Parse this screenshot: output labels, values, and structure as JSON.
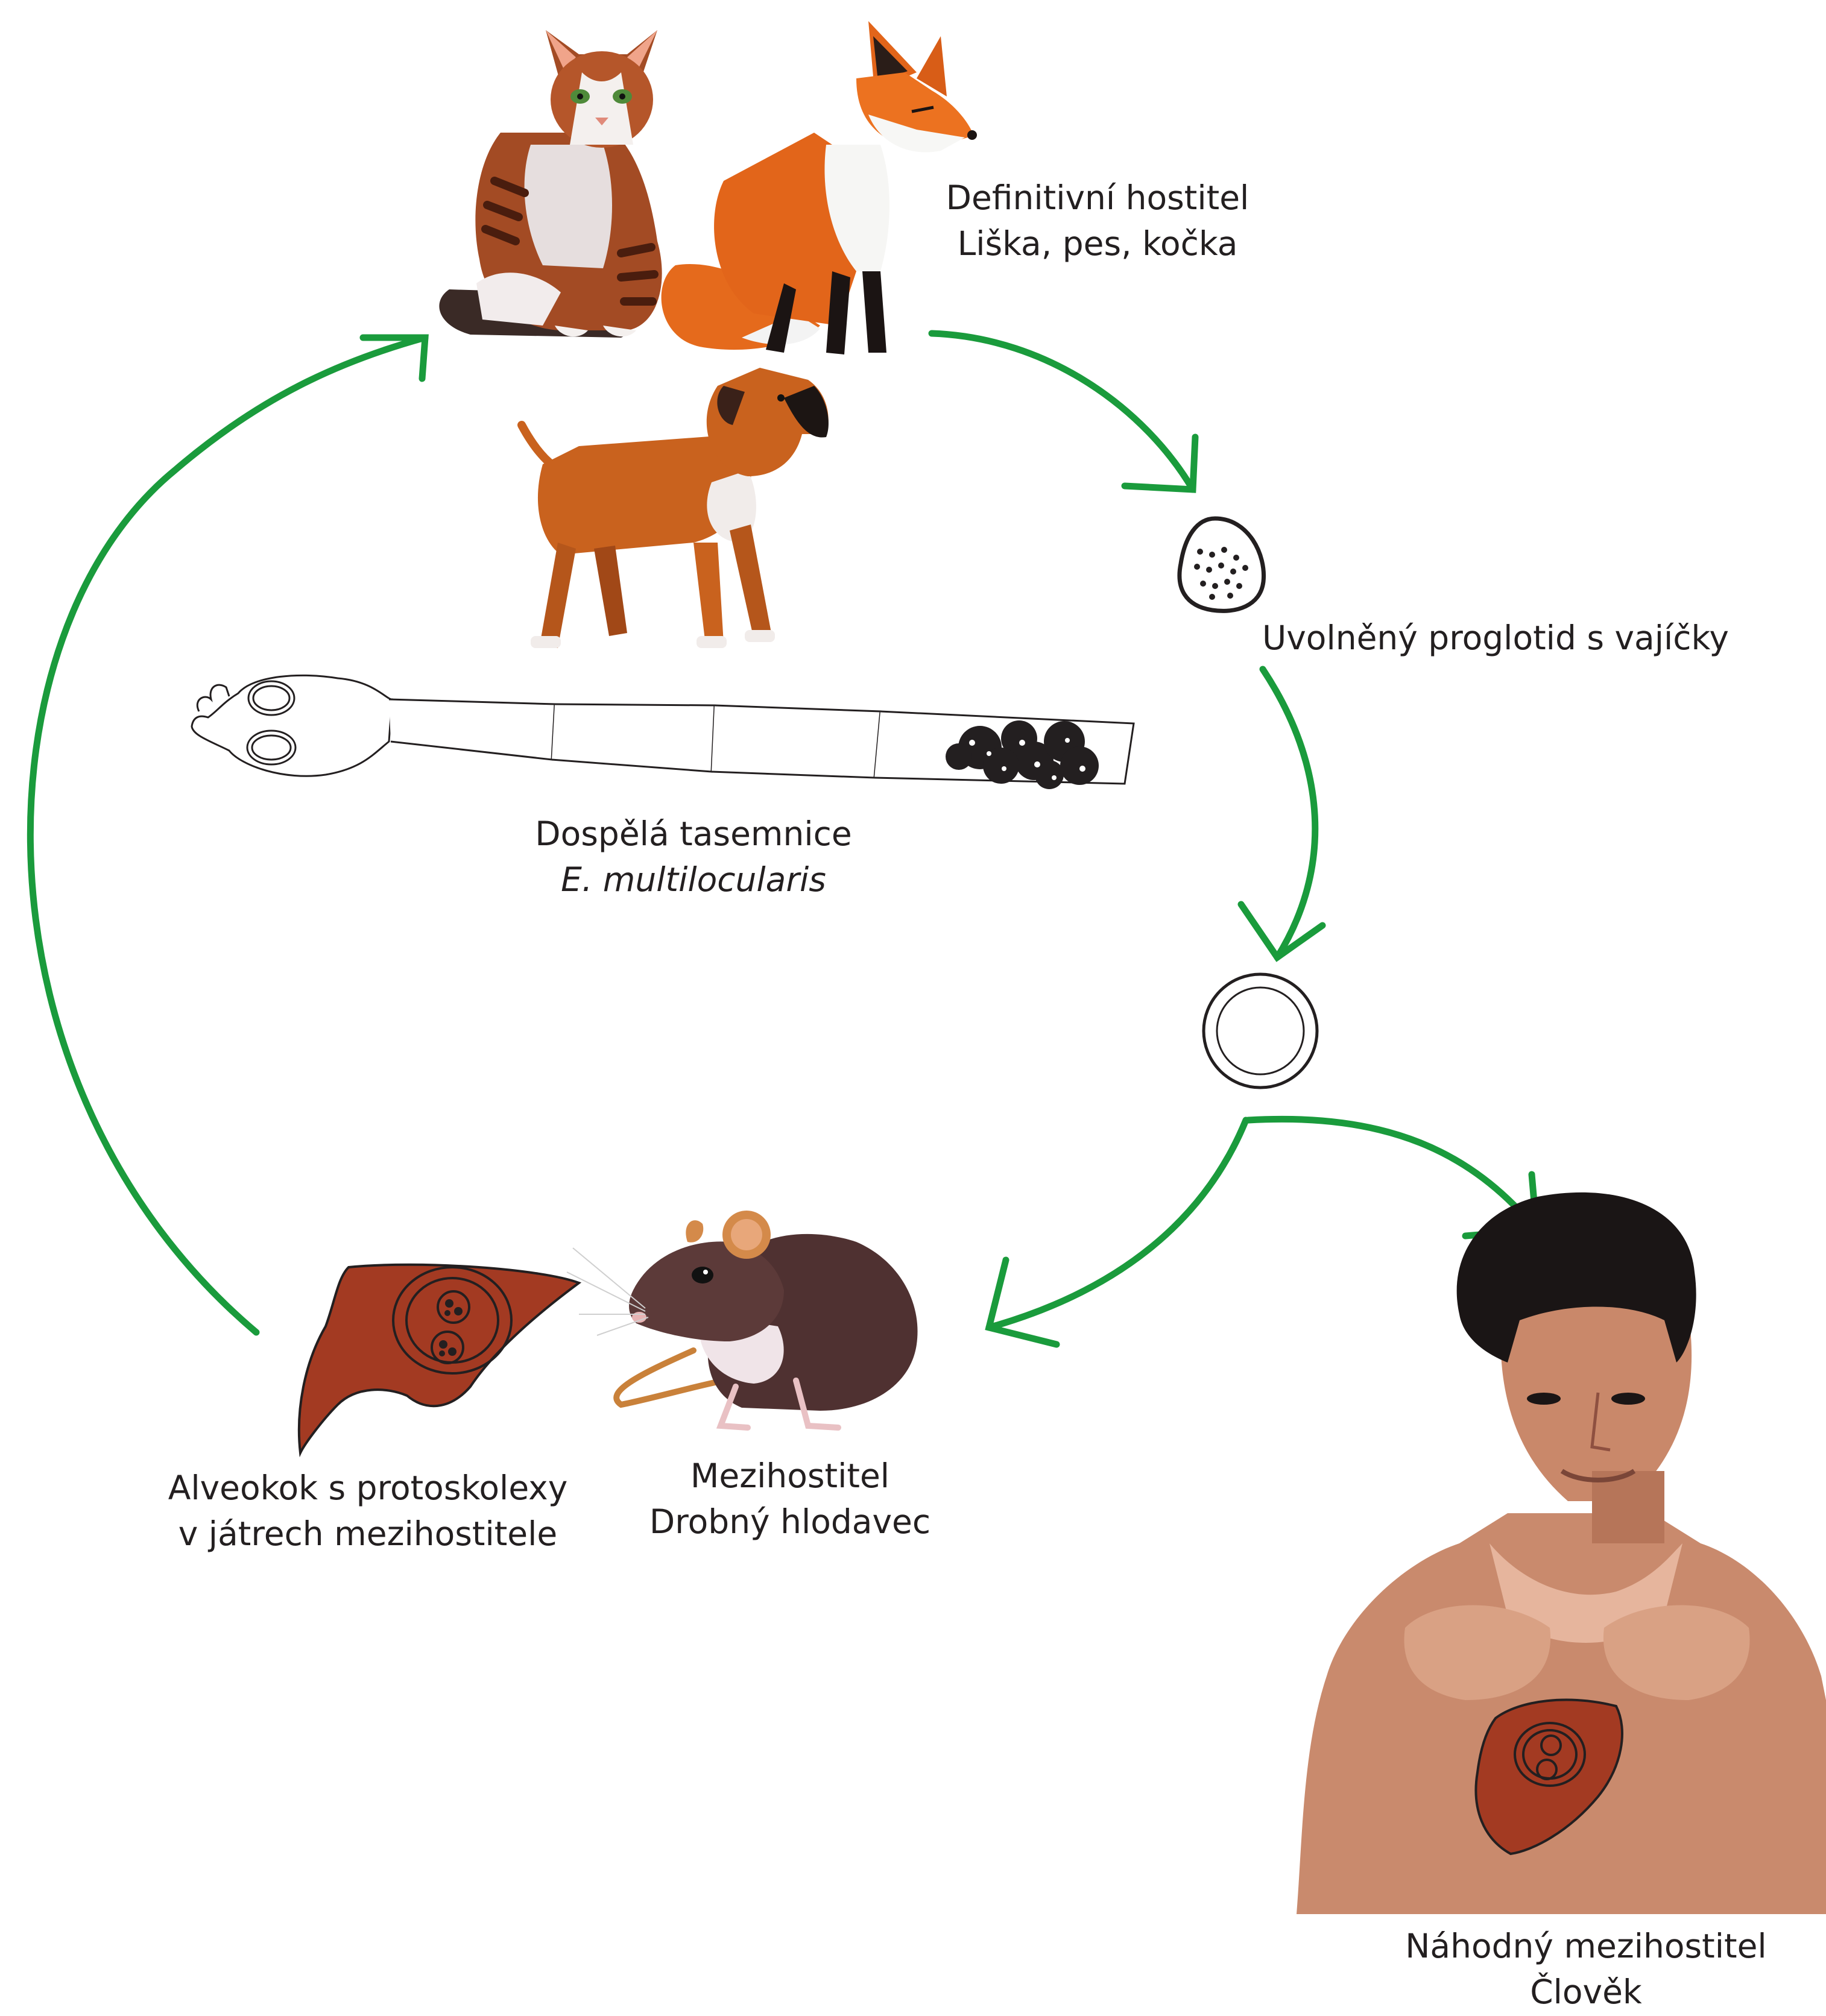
{
  "labels": {
    "definitive": {
      "line1": "Definitivní hostitel",
      "line2": "Liška, pes, kočka"
    },
    "proglottid": {
      "line1": "Uvolněný proglotid s vajíčky"
    },
    "adult": {
      "line1": "Dospělá tasemnice",
      "line2": "E. multilocularis"
    },
    "alveococcus": {
      "line1": "Alveokok s protoskolexy",
      "line2": "v játrech mezihostitele"
    },
    "intermediate": {
      "line1": "Mezihostitel",
      "line2": "Drobný hlodavec"
    },
    "accidental": {
      "line1": "Náhodný mezihostitel",
      "line2": "Člověk"
    }
  },
  "icons": [
    "cat-illustration",
    "fox-illustration",
    "dog-illustration",
    "tapeworm-illustration",
    "proglottid-egg-icon",
    "oncosphere-egg-icon",
    "liver-cyst-illustration",
    "rat-illustration",
    "human-illustration"
  ],
  "colors": {
    "arrow": "#1a9b3c",
    "liver": "#a33a22",
    "outline": "#231f20"
  }
}
